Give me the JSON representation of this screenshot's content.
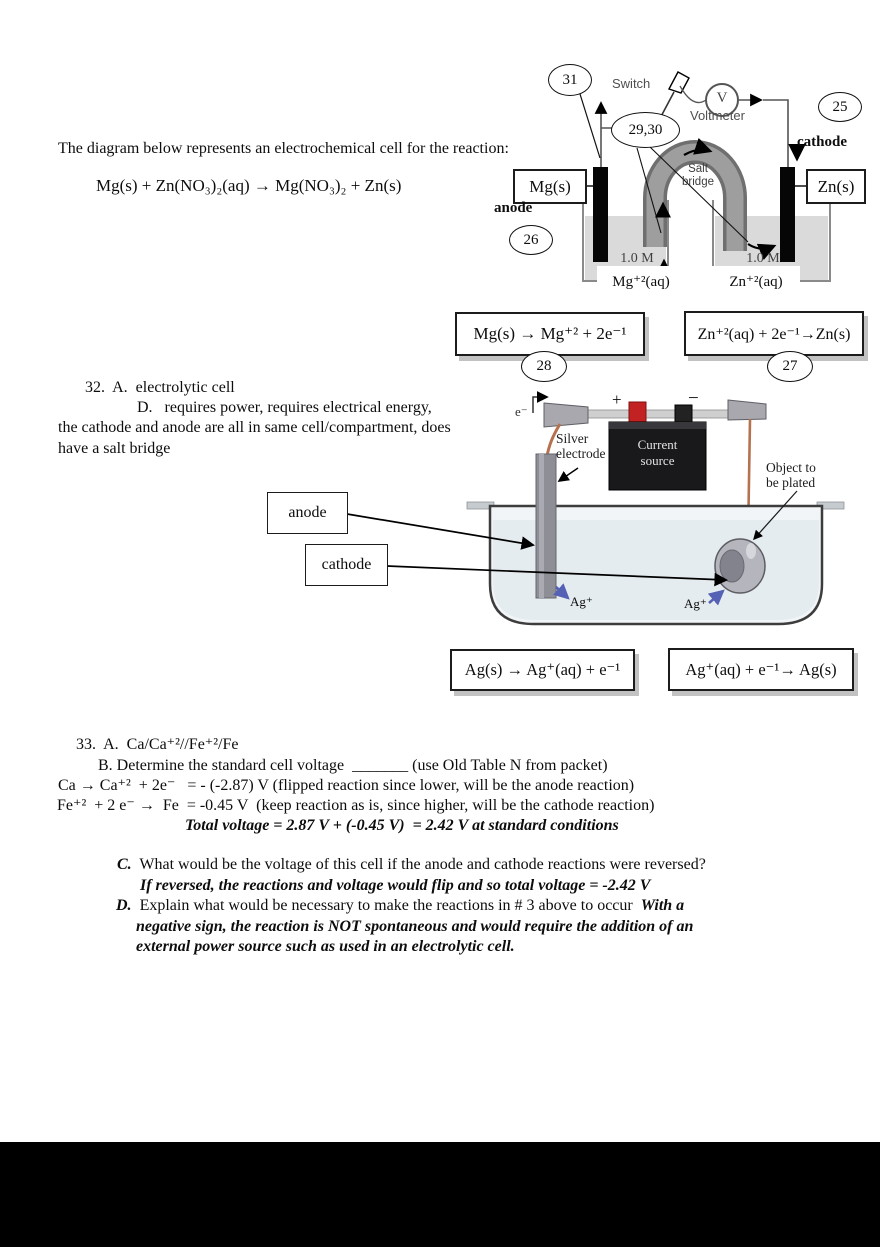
{
  "intro_line": "The diagram below represents an electrochemical cell for the reaction:",
  "main_reaction": "Mg(s) + Zn(NO₃)₂(aq) → Mg(NO₃)₂ + Zn(s)",
  "galvanic_cell": {
    "callout_31": "31",
    "callout_25": "25",
    "callout_29_30": "29,30",
    "callout_26": "26",
    "callout_28": "28",
    "callout_27": "27",
    "switch_label": "Switch",
    "voltmeter_symbol": "V",
    "voltmeter_label": "Voltmeter",
    "anode_label": "anode",
    "cathode_label": "cathode",
    "left_electrode": "Mg(s)",
    "right_electrode": "Zn(s)",
    "salt_bridge_label_1": "Salt",
    "salt_bridge_label_2": "bridge",
    "left_concentration": "1.0 M",
    "left_solution": "Mg⁺²(aq)",
    "right_concentration": "1.0 M",
    "right_solution": "Zn⁺²(aq)",
    "oxidation_half_reaction": "Mg(s) → Mg⁺² + 2e⁻¹",
    "reduction_half_reaction": "Zn⁺²(aq) + 2e⁻¹→Zn(s)"
  },
  "question_32": {
    "line_1": "32.  A.  electrolytic cell",
    "line_2": "D.   requires power, requires electrical energy,",
    "line_3": "the cathode and anode are all in same cell/compartment, does",
    "line_4": "have a salt bridge"
  },
  "electrolytic_cell": {
    "electron_label": "e⁻",
    "plus_terminal": "+",
    "minus_terminal": "−",
    "current_source_1": "Current",
    "current_source_2": "source",
    "silver_electrode_1": "Silver",
    "silver_electrode_2": "electrode",
    "object_label_1": "Object to",
    "object_label_2": "be plated",
    "anode_label": "anode",
    "cathode_label": "cathode",
    "silver_ion_left": "Ag⁺",
    "silver_ion_right": "Ag⁺",
    "oxidation_half_reaction": "Ag(s) → Ag⁺(aq) + e⁻¹",
    "reduction_half_reaction": "Ag⁺(aq) + e⁻¹→ Ag(s)"
  },
  "question_33": {
    "line_a": "33.  A.  Ca/Ca⁺²//Fe⁺²/Fe",
    "line_b": "B. Determine the standard cell voltage  _______ (use Old Table N from packet)",
    "line_ca": "Ca → Ca⁺²  + 2e⁻   = - (-2.87) V (flipped reaction since lower, will be the anode reaction)",
    "line_fe": "Fe⁺²  + 2 e⁻ →  Fe  = -0.45 V  (keep reaction as is, since higher, will be the cathode reaction)",
    "line_total": "Total voltage = 2.87 V + (-0.45 V)  = 2.42 V at standard conditions",
    "c_label": "C.",
    "c_question": "  What would be the voltage of this cell if the anode and cathode reactions were reversed?",
    "c_answer": "If reversed, the reactions and voltage would flip and so total voltage = -2.42 V",
    "d_label": "D.",
    "d_question": "  Explain what would be necessary to make the reactions in # 3 above to occur  ",
    "d_answer_inline": "With a",
    "d_answer_2": "negative sign, the reaction is NOT spontaneous and would require the addition of an",
    "d_answer_3": "external power source such as used in an electrolytic cell."
  }
}
